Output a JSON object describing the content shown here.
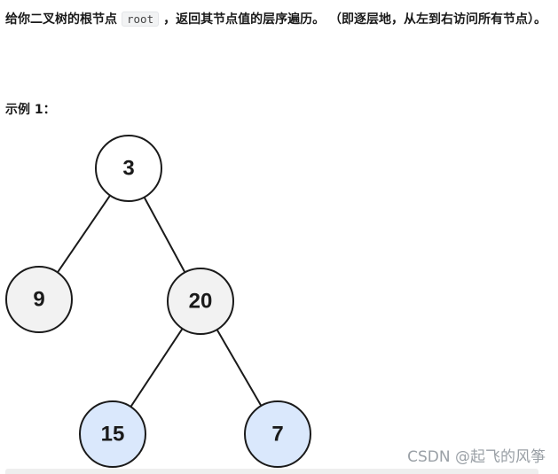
{
  "problem": {
    "text_before": "给你二叉树的根节点",
    "code": "root",
    "text_middle": "，返回其节点值的",
    "emphasis": "层序遍历",
    "text_after": "。 （即逐层地，从左到右访问所有节点）。"
  },
  "example": {
    "heading": "示例 1："
  },
  "tree": {
    "nodes": [
      {
        "id": "n3",
        "value": "3",
        "fill": "#ffffff"
      },
      {
        "id": "n9",
        "value": "9",
        "fill": "#f2f2f2"
      },
      {
        "id": "n20",
        "value": "20",
        "fill": "#f2f2f2"
      },
      {
        "id": "n15",
        "value": "15",
        "fill": "#dae8fc"
      },
      {
        "id": "n7",
        "value": "7",
        "fill": "#dae8fc"
      }
    ],
    "edges": [
      [
        "n3",
        "n9"
      ],
      [
        "n3",
        "n20"
      ],
      [
        "n20",
        "n15"
      ],
      [
        "n20",
        "n7"
      ]
    ]
  },
  "watermark": "CSDN @起飞的风筝"
}
